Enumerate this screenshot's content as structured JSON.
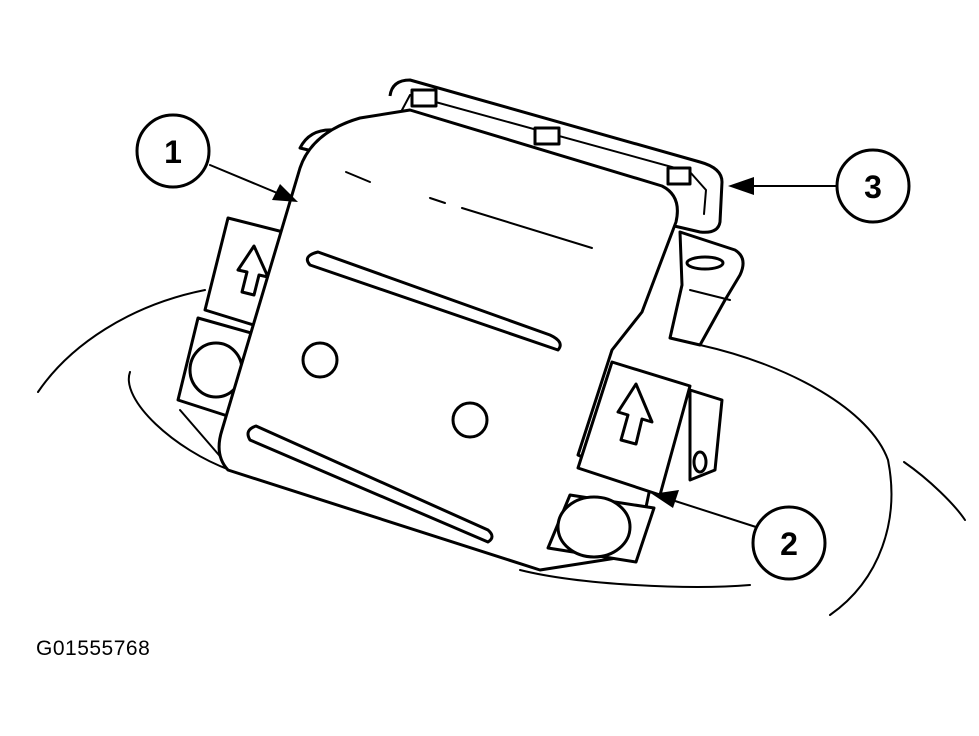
{
  "callouts": [
    {
      "label": "1"
    },
    {
      "label": "2"
    },
    {
      "label": "3"
    }
  ],
  "figure_id": "G01555768"
}
